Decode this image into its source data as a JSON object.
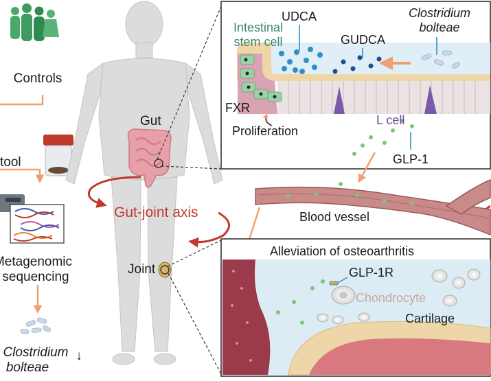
{
  "left_panel": {
    "controls_label": "Controls",
    "stool_label": "tool",
    "metagenomic_line1": "Metagenomic",
    "metagenomic_line2": "sequencing",
    "bacteria_line1": "Clostridium",
    "bacteria_line2": "bolteae",
    "down_arrow": "↓"
  },
  "body_panel": {
    "gut_label": "Gut",
    "joint_label": "Joint",
    "axis_label": "Gut-joint axis"
  },
  "intestine_panel": {
    "udca_label": "UDCA",
    "gudca_label": "GUDCA",
    "stem_cell_line1": "Intestinal",
    "stem_cell_line2": "stem cell",
    "bacteria_line1": "Clostridium",
    "bacteria_line2": "bolteae",
    "fxr_label": "FXR",
    "proliferation_label": "Proliferation",
    "l_cell_label": "L cell",
    "glp1_label": "GLP-1"
  },
  "vessel": {
    "label": "Blood vessel"
  },
  "cartilage_panel": {
    "title": "Alleviation of osteoarthritis",
    "receptor_label": "GLP-1R",
    "chondrocyte_label": "Chondrocyte",
    "cartilage_label": "Cartilage"
  },
  "colors": {
    "arrow_orange": "#f0a070",
    "axis_red": "#c0392b",
    "teal_text": "#3a8a6a",
    "purple_text": "#6b4a9a",
    "green_dot": "#7cc47a",
    "blue_dot": "#2f8fc4"
  }
}
